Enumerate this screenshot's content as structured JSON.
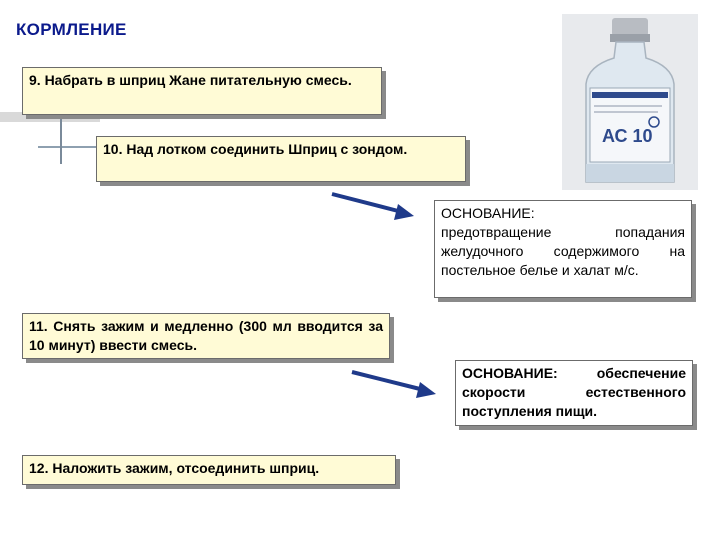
{
  "title": "КОРМЛЕНИЕ",
  "steps": {
    "s9": "9. Набрать в шприц Жане питательную смесь.",
    "s10": "10. Над лотком соединить Шприц с зондом.",
    "s11": "11. Снять зажим и медленно (300 мл вводится за 10 минут) ввести смесь.",
    "s12": "12. Наложить зажим, отсоединить шприц."
  },
  "reasons": {
    "r1_head": "ОСНОВАНИЕ:",
    "r1_body": "предотвращение попадания желудочного содержимого на постельное белье и халат м/с.",
    "r2_head": "ОСНОВАНИЕ:",
    "r2_body": "обеспечение скорости естественного поступления пищи."
  },
  "bottle_label": "АС 10"
}
